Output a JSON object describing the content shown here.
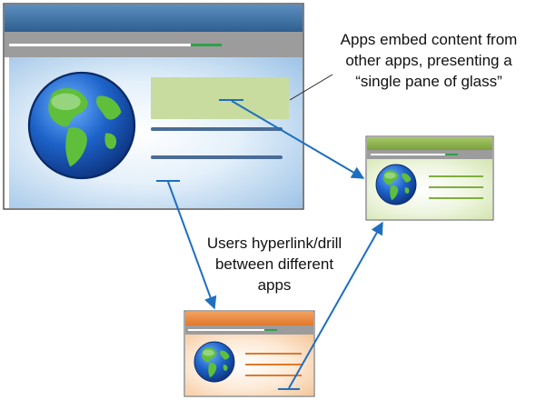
{
  "captions": {
    "embed": [
      "Apps embed content from",
      "other apps, presenting a",
      "“single pane of glass”"
    ],
    "hyperlink": [
      "Users hyperlink/drill",
      "between different",
      "apps"
    ]
  },
  "windows": {
    "main": {
      "theme": "blue",
      "titlebar_color": "#3a6f9e",
      "content_colors": [
        "#ffffff",
        "#a9cbea"
      ],
      "embedded_panel_color": "#c7dc9e",
      "icon": "globe-icon"
    },
    "green_app": {
      "theme": "green",
      "titlebar_color": "#8ab04a",
      "content_colors": [
        "#ffffff",
        "#d7e8b4"
      ],
      "icon": "globe-icon"
    },
    "orange_app": {
      "theme": "orange",
      "titlebar_color": "#e8893a",
      "content_colors": [
        "#ffffff",
        "#f6cfa6"
      ],
      "icon": "globe-icon"
    }
  },
  "connectors": {
    "arrow_color": "#1f6fbf",
    "callout_color": "#222222"
  }
}
